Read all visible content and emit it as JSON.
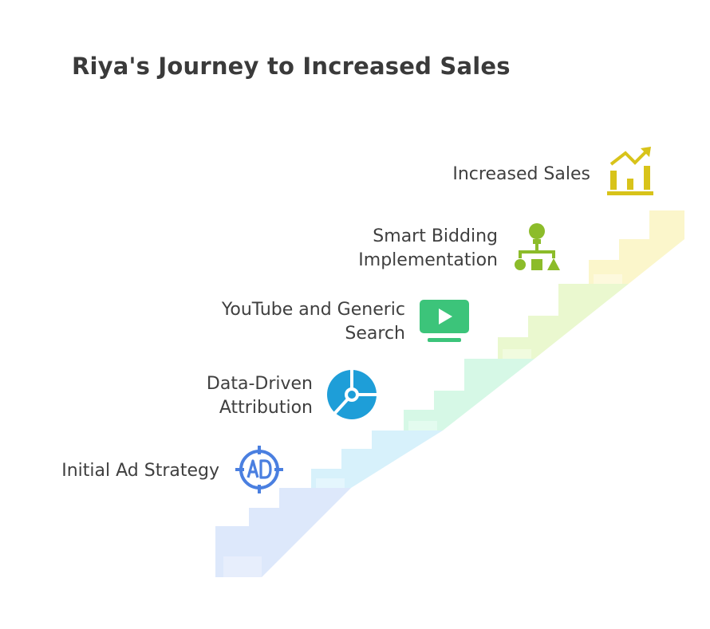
{
  "title": "Riya's Journey to Increased Sales",
  "steps": [
    {
      "label_lines": [
        "Initial Ad Strategy"
      ],
      "icon": "ad-target-icon",
      "icon_color": "#4a7fe0",
      "stair_color": "#dde8fb"
    },
    {
      "label_lines": [
        "Data-Driven",
        "Attribution"
      ],
      "icon": "pie-chart-icon",
      "icon_color": "#1e9ed8",
      "stair_color": "#d7f1fb"
    },
    {
      "label_lines": [
        "YouTube and Generic",
        "Search"
      ],
      "icon": "video-screen-icon",
      "icon_color": "#3cc47a",
      "stair_color": "#d6f8e6"
    },
    {
      "label_lines": [
        "Smart Bidding",
        "Implementation"
      ],
      "icon": "hierarchy-shapes-icon",
      "icon_color": "#8cbc2a",
      "stair_color": "#eaf8cf"
    },
    {
      "label_lines": [
        "Increased Sales"
      ],
      "icon": "growth-chart-icon",
      "icon_color": "#d8c31a",
      "stair_color": "#fbf6cb"
    }
  ]
}
